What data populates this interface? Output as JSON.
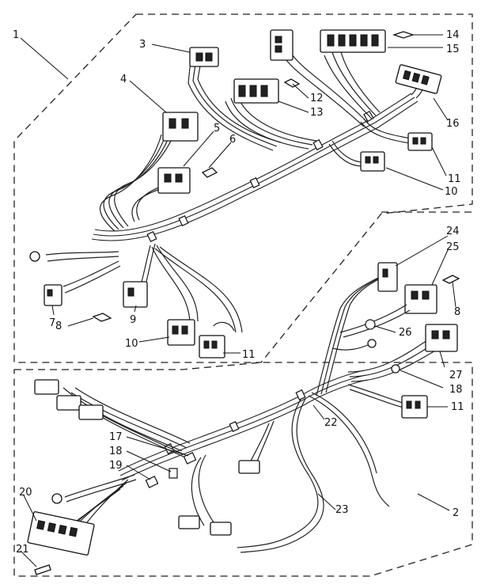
{
  "callouts": {
    "c1": "1",
    "c2": "2",
    "c3": "3",
    "c4": "4",
    "c5": "5",
    "c6": "6",
    "c7": "7",
    "c8a": "8",
    "c8b": "8",
    "c9": "9",
    "c10a": "10",
    "c10b": "10",
    "c11a": "11",
    "c11b": "11",
    "c11c": "11",
    "c12": "12",
    "c13": "13",
    "c14": "14",
    "c15": "15",
    "c16": "16",
    "c17": "17",
    "c18a": "18",
    "c18b": "18",
    "c19": "19",
    "c20": "20",
    "c21": "21",
    "c22": "22",
    "c23": "23",
    "c24": "24",
    "c25": "25",
    "c26": "26",
    "c27": "27"
  },
  "colors": {
    "line": "#222222",
    "background": "#ffffff"
  }
}
